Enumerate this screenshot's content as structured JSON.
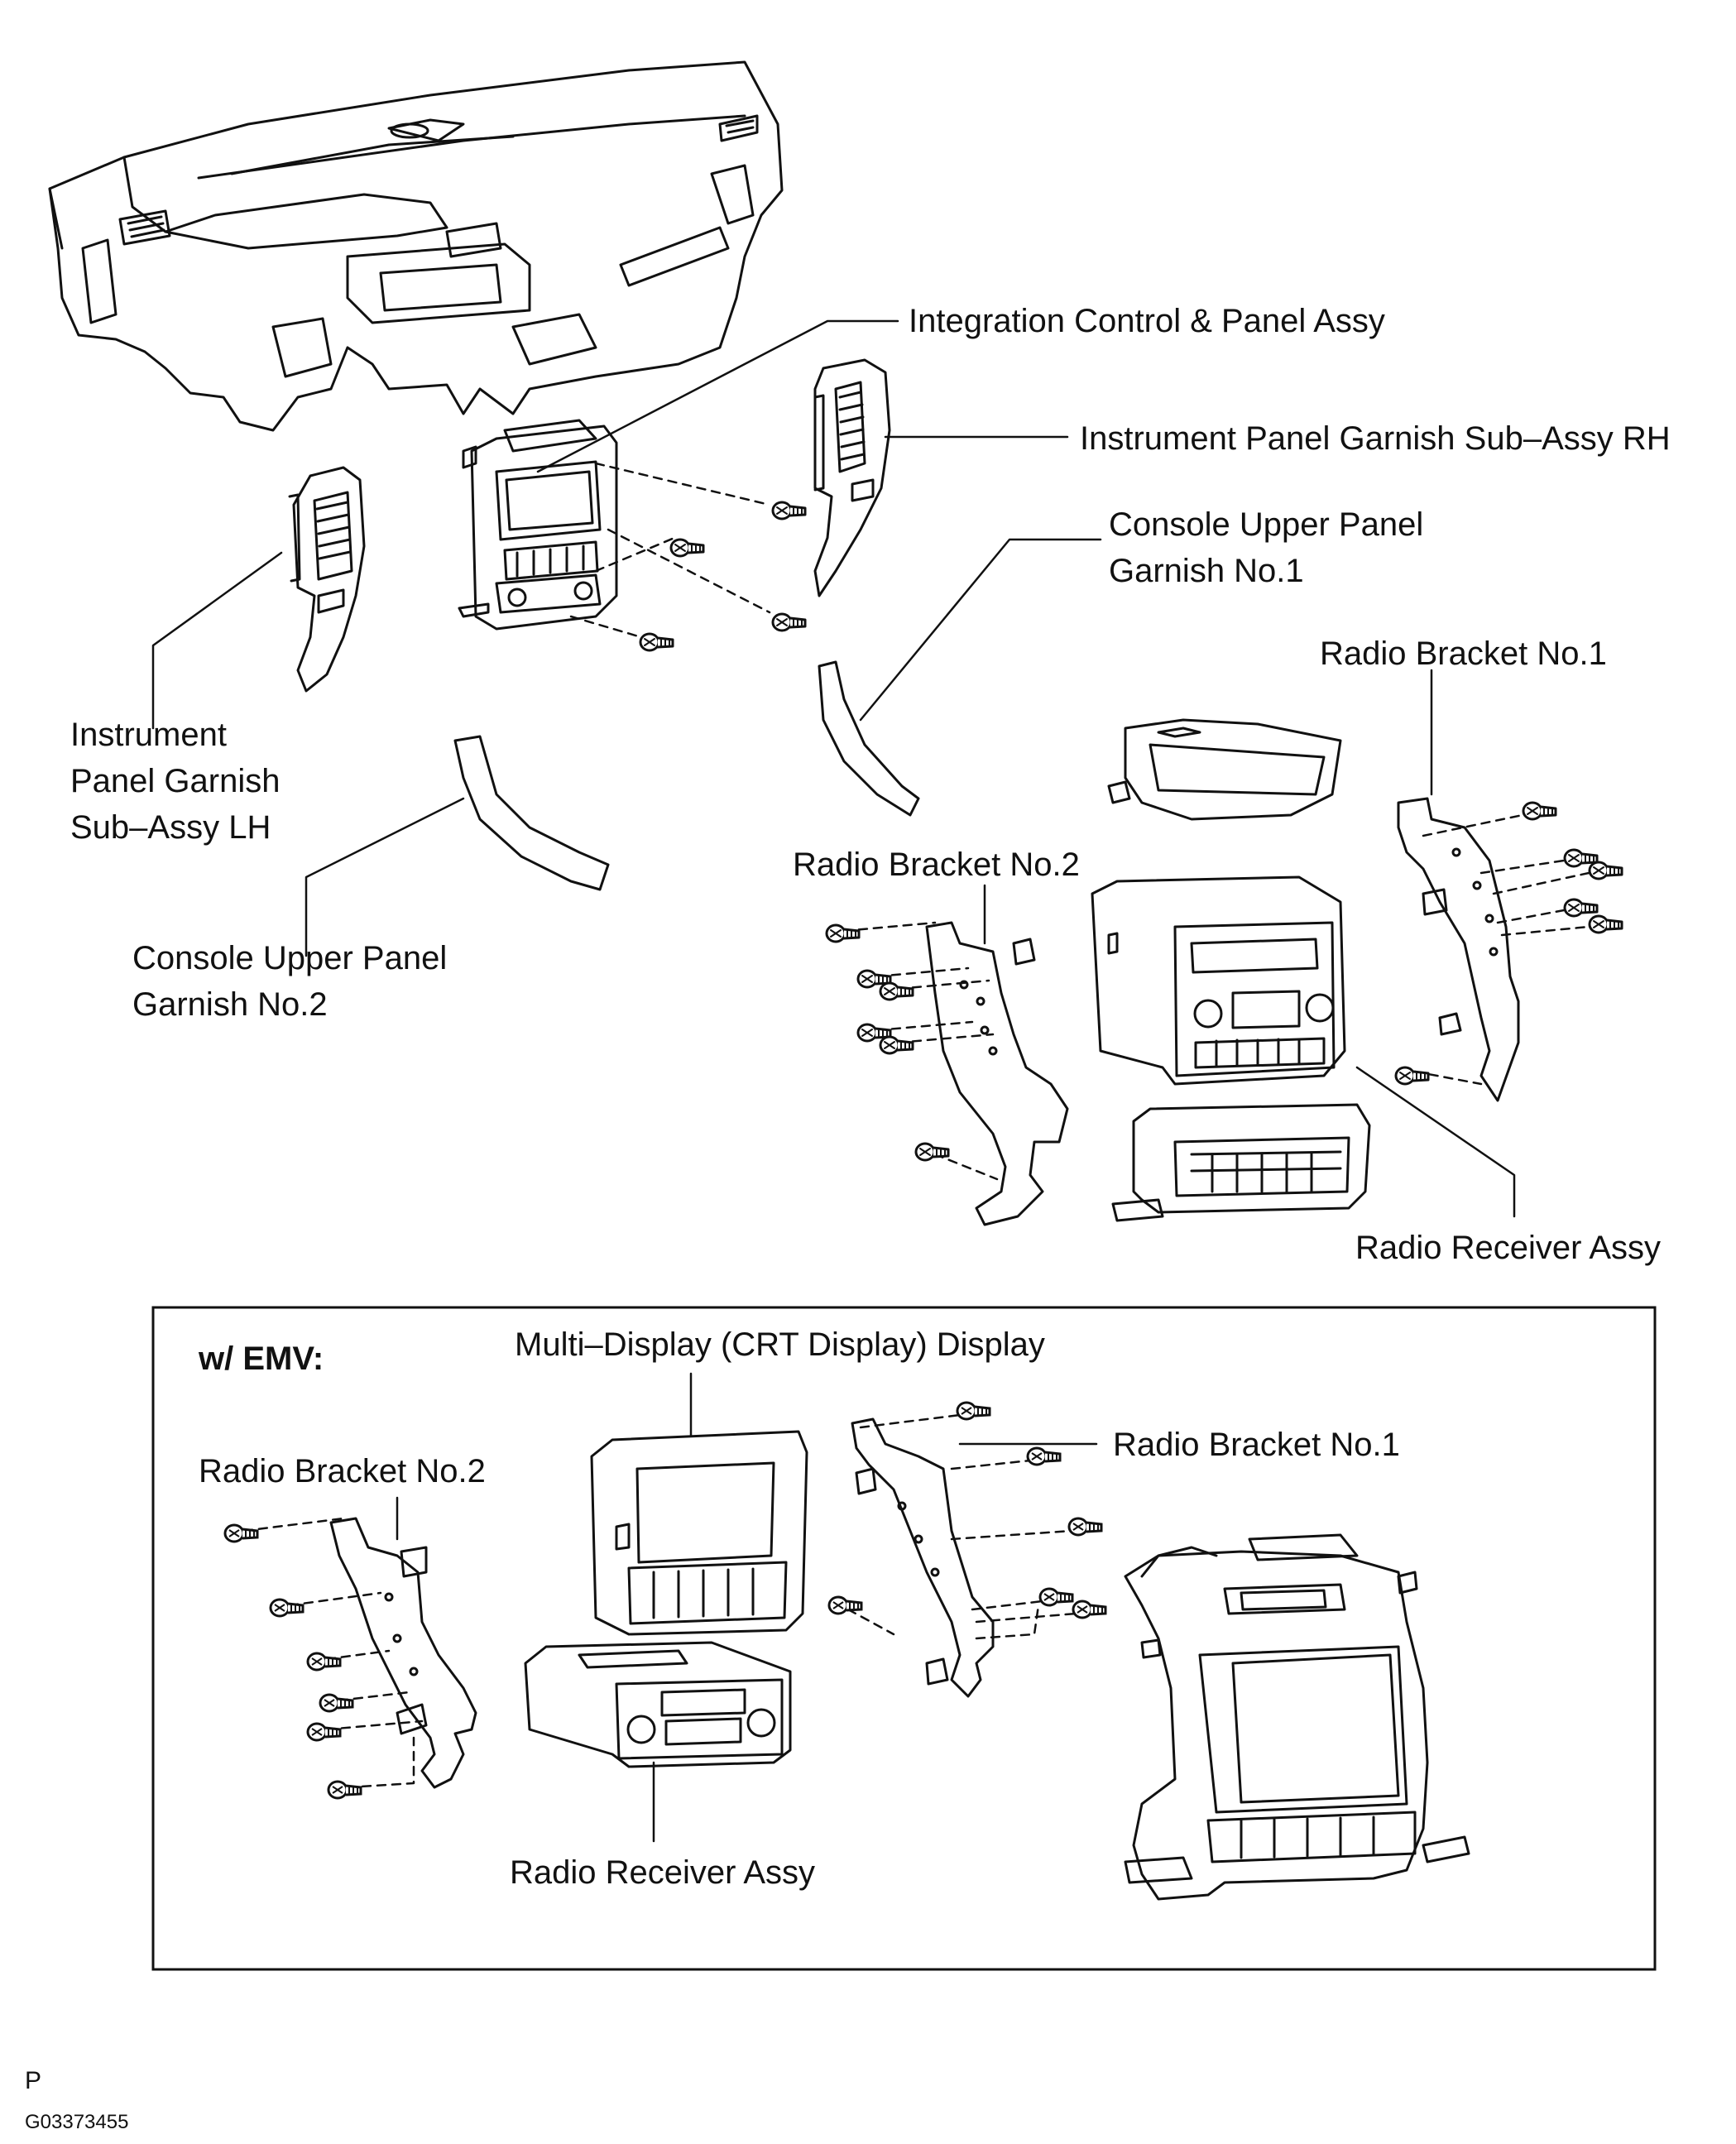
{
  "labels": {
    "integration_control": "Integration Control & Panel Assy",
    "garnish_rh": "Instrument Panel Garnish Sub–Assy RH",
    "console_no1_line1": "Console Upper Panel",
    "console_no1_line2": "Garnish No.1",
    "radio_bracket_no1_top": "Radio Bracket No.1",
    "garnish_lh_line1": "Instrument",
    "garnish_lh_line2": "Panel Garnish",
    "garnish_lh_line3": "Sub–Assy LH",
    "radio_bracket_no2_top": "Radio Bracket No.2",
    "console_no2_line1": "Console Upper Panel",
    "console_no2_line2": "Garnish No.2",
    "radio_receiver_top": "Radio Receiver Assy"
  },
  "inset": {
    "heading": "w/ EMV:",
    "multi_display": "Multi–Display (CRT Display) Display",
    "radio_bracket_no1": "Radio Bracket No.1",
    "radio_bracket_no2": "Radio Bracket No.2",
    "radio_receiver": "Radio Receiver Assy"
  },
  "footer": {
    "page_letter": "P",
    "figure_code": "G03373455"
  }
}
